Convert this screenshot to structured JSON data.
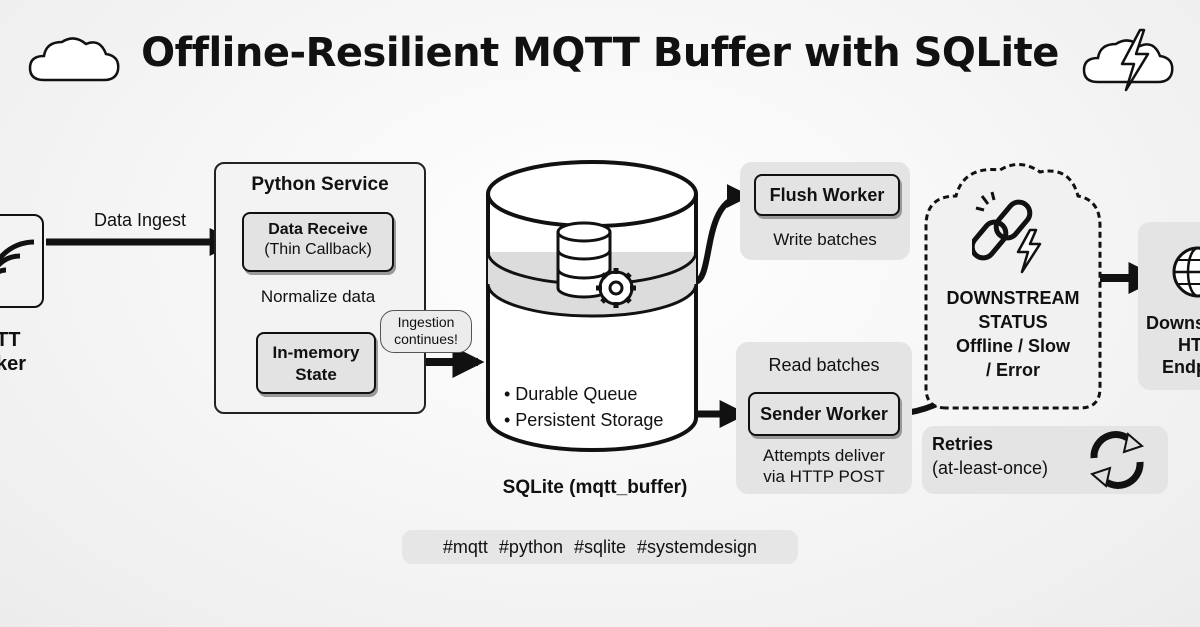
{
  "title": "Offline-Resilient MQTT Buffer with SQLite",
  "left_source": {
    "label_partial_1": "TT",
    "label_partial_2": "ker"
  },
  "data_ingest_label": "Data Ingest",
  "python_service": {
    "title": "Python Service",
    "data_receive": {
      "line1": "Data Receive",
      "line2": "(Thin Callback)"
    },
    "normalize_label": "Normalize data",
    "in_memory": {
      "line1": "In-memory",
      "line2": "State"
    }
  },
  "ingestion_badge": {
    "line1": "Ingestion",
    "line2": "continues!"
  },
  "sqlite": {
    "bullets": [
      "• Durable Queue",
      "• Persistent Storage"
    ],
    "caption": "SQLite (mqtt_buffer)"
  },
  "flush_worker": {
    "title": "Flush Worker",
    "caption": "Write batches"
  },
  "sender_worker": {
    "top_caption": "Read batches",
    "title": "Sender Worker",
    "caption_line1": "Attempts deliver",
    "caption_line2": "via HTTP POST"
  },
  "downstream_status": {
    "line1": "DOWNSTREAM",
    "line2": "STATUS",
    "line3": "Offline / Slow",
    "line4": "/ Error"
  },
  "retries": {
    "title": "Retries",
    "subtitle": "(at-least-once)"
  },
  "endpoint": {
    "line1": "Downs",
    "line2": "HT",
    "line3": "Endp"
  },
  "hashtags": "#mqtt #python #sqlite #systemdesign",
  "icons": {
    "left_cloud": "cloud-icon",
    "right_cloud": "storm-cloud-icon",
    "source": "wifi-signal-icon",
    "database": "database-gear-icon",
    "broken_link": "broken-link-icon",
    "retries": "refresh-cycle-icon",
    "endpoint": "globe-icon"
  }
}
